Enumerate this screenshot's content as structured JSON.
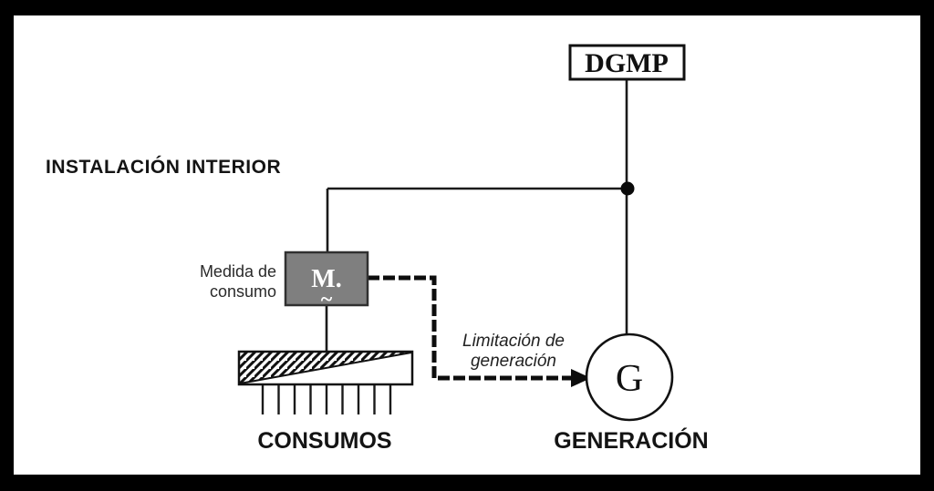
{
  "diagram": {
    "title": "INSTALACIÓN INTERIOR",
    "colors": {
      "frame": "#000000",
      "canvas": "#ffffff",
      "line": "#1a1a1a",
      "meter_fill": "#7f7f7f",
      "meter_border": "#303030"
    },
    "dgmp": {
      "label": "DGMP"
    },
    "meter": {
      "label": "M.",
      "symbol": "~"
    },
    "meter_caption": {
      "line1": "Medida de",
      "line2": "consumo"
    },
    "generator": {
      "label": "G"
    },
    "generator_caption": "GENERACIÓN",
    "loads_caption": "CONSUMOS",
    "limitation_caption": {
      "line1": "Limitación de",
      "line2": "generación"
    }
  }
}
